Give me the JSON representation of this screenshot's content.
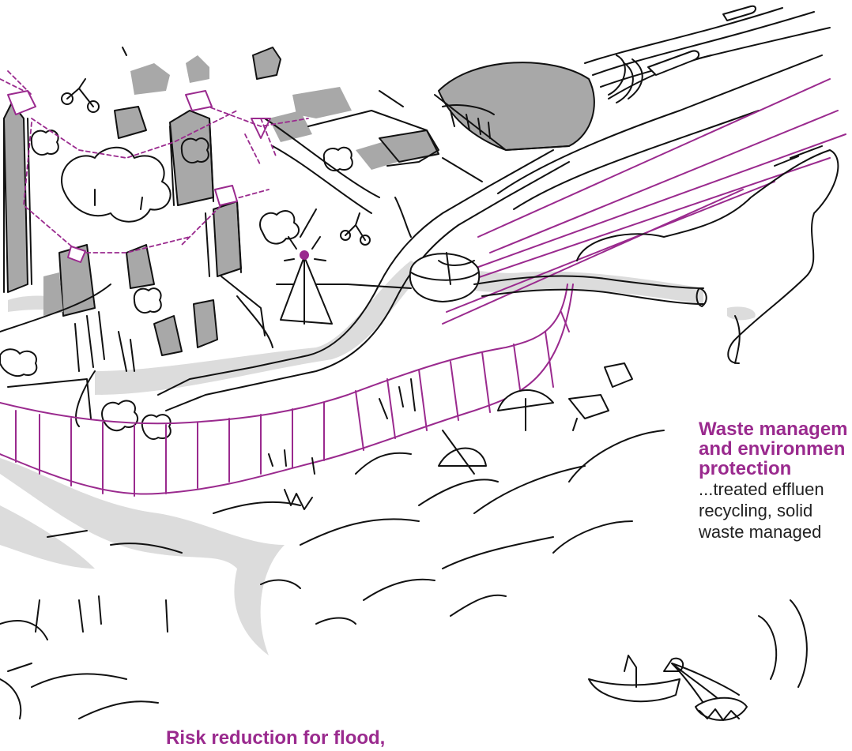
{
  "labels": {
    "waste": {
      "title_lines": [
        "Waste managem",
        "and environmen",
        "protection"
      ],
      "body_lines": [
        "...treated effluen",
        "recycling, solid",
        "waste managed"
      ]
    },
    "risk": {
      "title": "Risk reduction for flood,"
    }
  },
  "colors": {
    "accent": "#9a2a8e",
    "ink": "#111111",
    "shade": "#a9a9a9",
    "light_shade": "#dcdcdc"
  }
}
